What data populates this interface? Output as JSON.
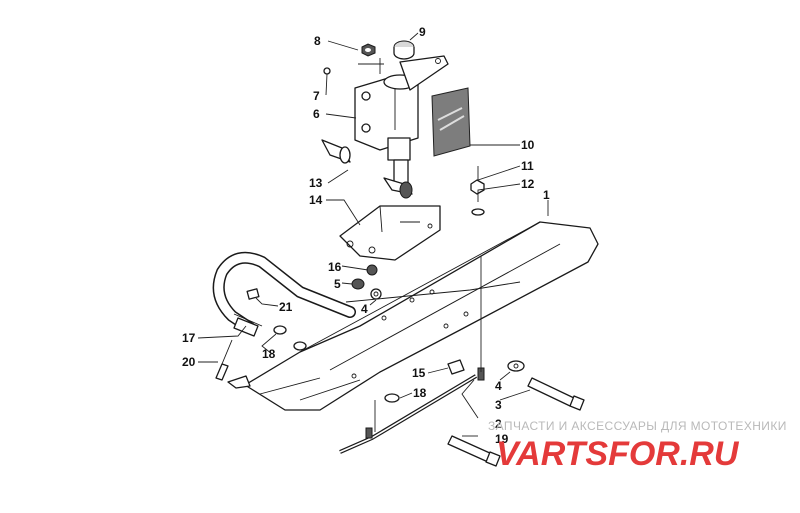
{
  "diagram": {
    "callouts": [
      {
        "id": "8",
        "text": "8"
      },
      {
        "id": "9",
        "text": "9"
      },
      {
        "id": "7",
        "text": "7"
      },
      {
        "id": "6",
        "text": "6"
      },
      {
        "id": "10",
        "text": "10"
      },
      {
        "id": "11",
        "text": "11"
      },
      {
        "id": "12",
        "text": "12"
      },
      {
        "id": "1",
        "text": "1"
      },
      {
        "id": "13",
        "text": "13"
      },
      {
        "id": "14",
        "text": "14"
      },
      {
        "id": "16",
        "text": "16"
      },
      {
        "id": "5",
        "text": "5"
      },
      {
        "id": "4a",
        "text": "4"
      },
      {
        "id": "21",
        "text": "21"
      },
      {
        "id": "17",
        "text": "17"
      },
      {
        "id": "18a",
        "text": "18"
      },
      {
        "id": "20",
        "text": "20"
      },
      {
        "id": "15",
        "text": "15"
      },
      {
        "id": "18b",
        "text": "18"
      },
      {
        "id": "4b",
        "text": "4"
      },
      {
        "id": "3",
        "text": "3"
      },
      {
        "id": "2",
        "text": "2"
      },
      {
        "id": "19",
        "text": "19"
      }
    ]
  },
  "watermark": {
    "caption": "ЗАПЧАСТИ И АКСЕССУАРЫ ДЛЯ МОТОТЕХНИКИ",
    "logo": "VARTSFOR.RU"
  }
}
